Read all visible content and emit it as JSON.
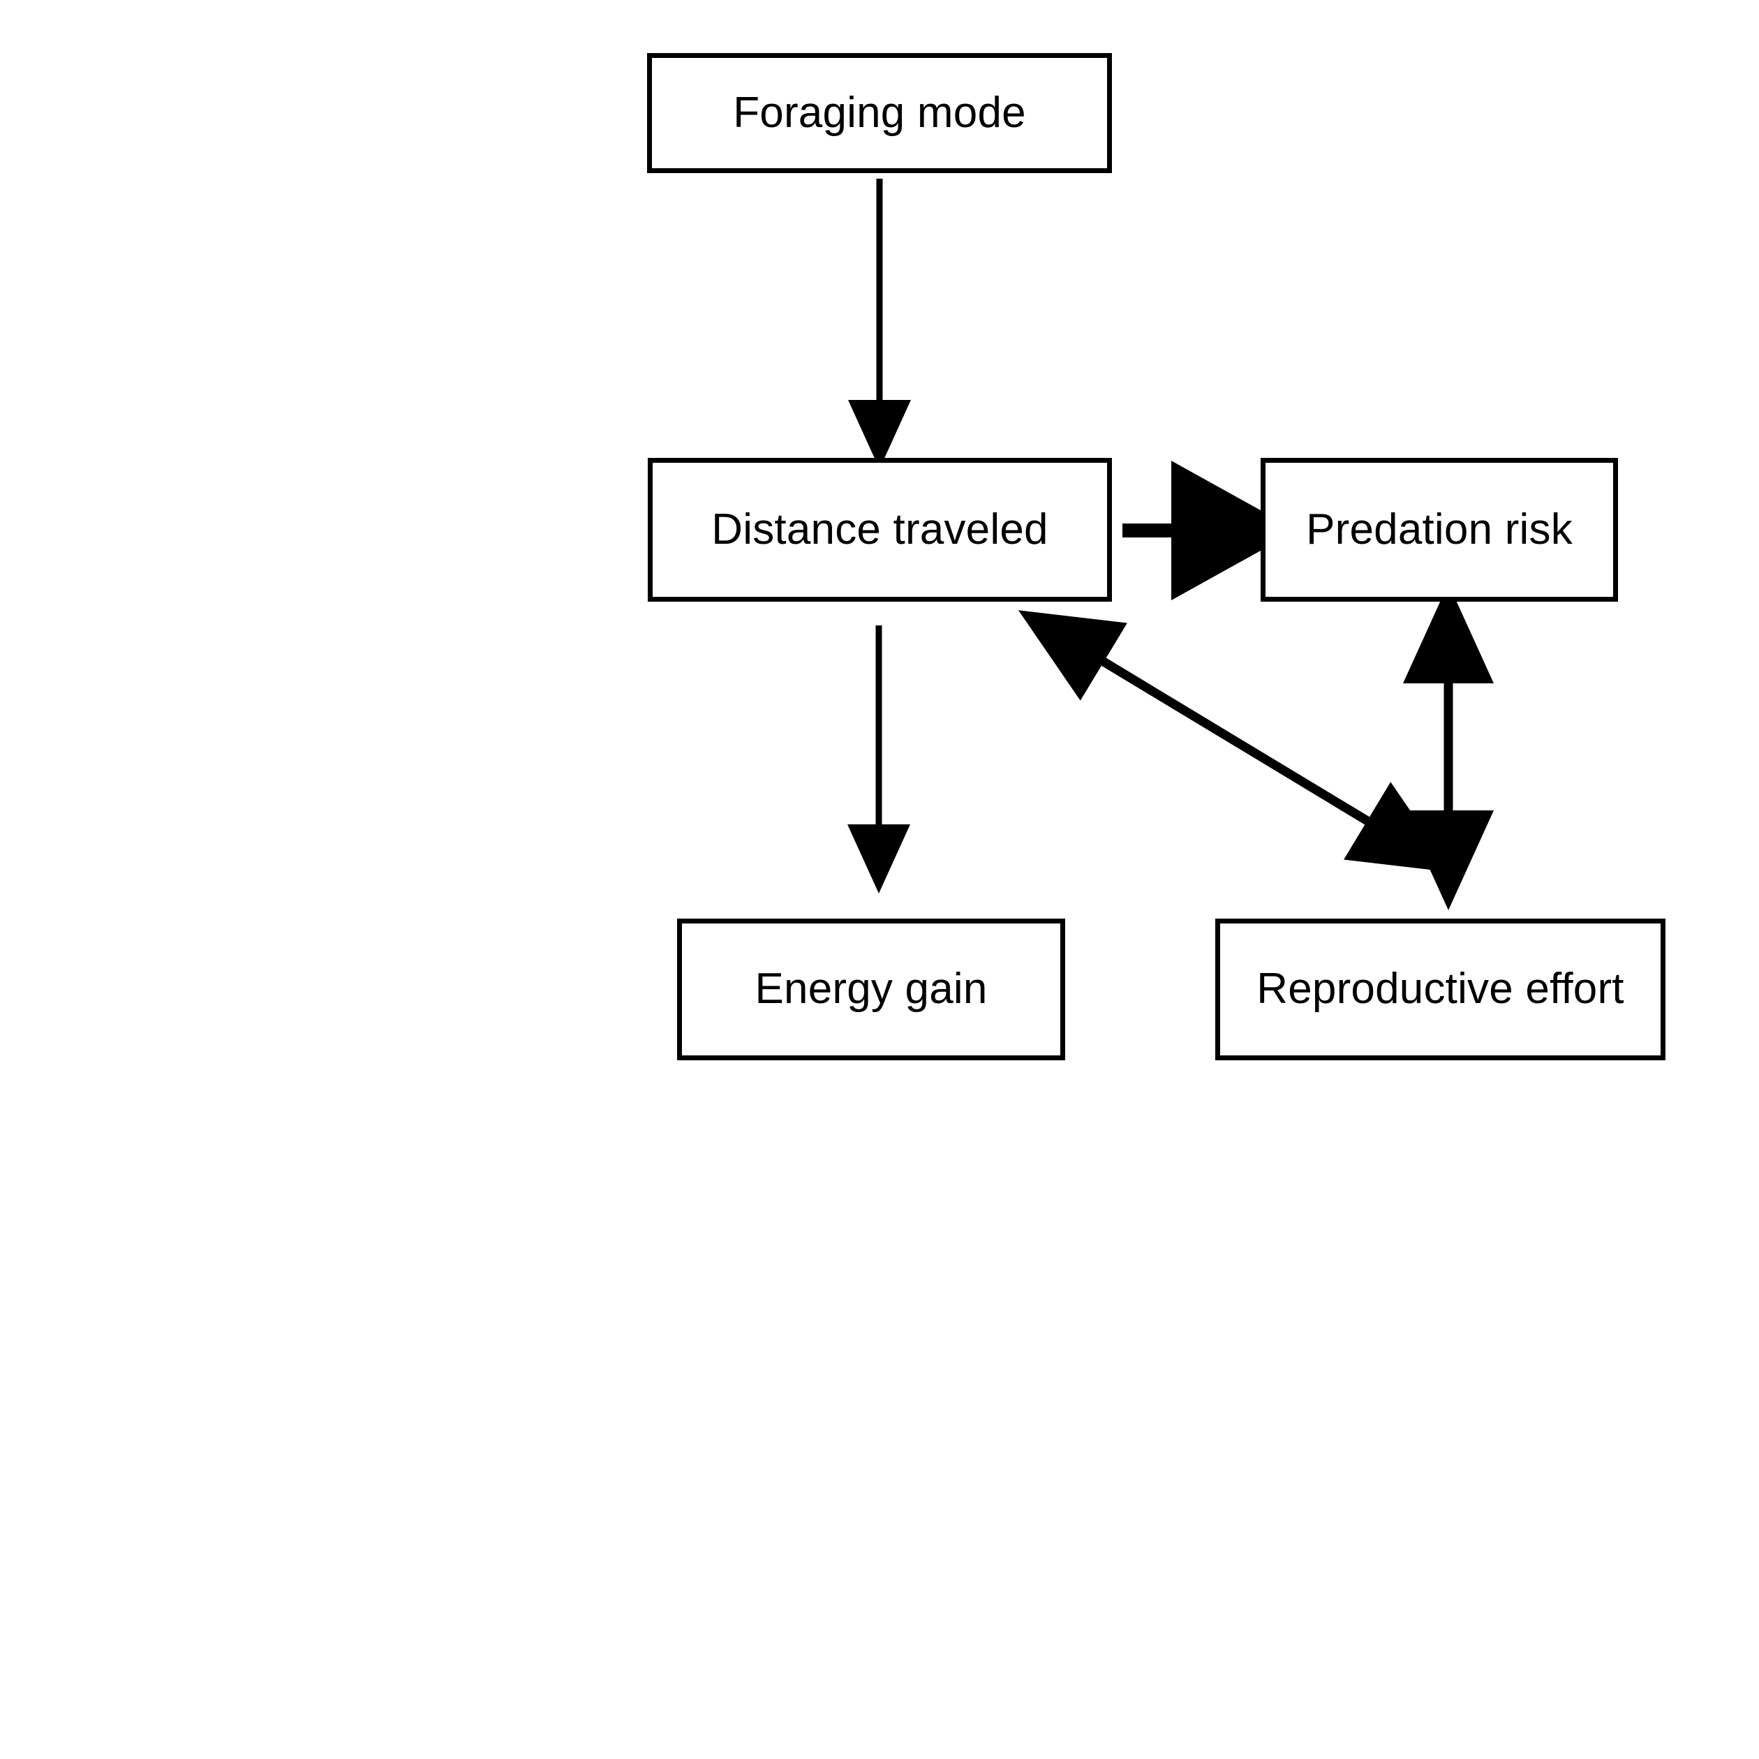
{
  "figure": {
    "type": "flowchart",
    "background_color": "#ffffff",
    "stroke_color": "#000000",
    "text_color": "#000000",
    "nodes": [
      {
        "id": "foraging-mode",
        "label": "Foraging mode"
      },
      {
        "id": "distance-traveled",
        "label": "Distance traveled"
      },
      {
        "id": "predation-risk",
        "label": "Predation risk"
      },
      {
        "id": "energy-gain",
        "label": "Energy gain"
      },
      {
        "id": "reproductive-effort",
        "label": "Reproductive effort"
      }
    ],
    "edges": [
      {
        "id": "foraging-mode-to-distance-traveled",
        "from": "foraging-mode",
        "to": "distance-traveled",
        "direction": "one-way",
        "orientation": "vertical-down"
      },
      {
        "id": "distance-traveled-to-predation-risk",
        "from": "distance-traveled",
        "to": "predation-risk",
        "direction": "one-way",
        "orientation": "horizontal-right"
      },
      {
        "id": "distance-traveled-to-energy-gain",
        "from": "distance-traveled",
        "to": "energy-gain",
        "direction": "one-way",
        "orientation": "vertical-down"
      },
      {
        "id": "distance-traveled-reproductive-effort",
        "from": "distance-traveled",
        "to": "reproductive-effort",
        "direction": "two-way",
        "orientation": "diagonal"
      },
      {
        "id": "predation-risk-reproductive-effort",
        "from": "predation-risk",
        "to": "reproductive-effort",
        "direction": "two-way",
        "orientation": "vertical"
      }
    ]
  }
}
